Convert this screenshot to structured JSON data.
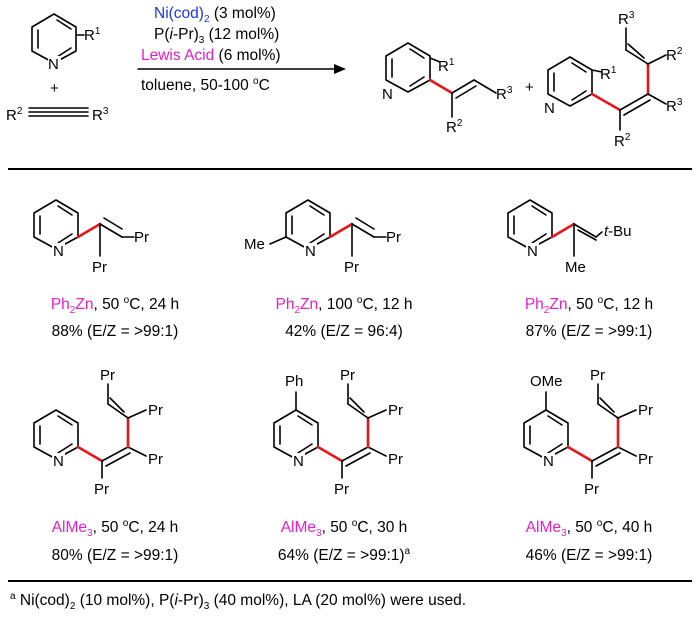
{
  "reaction": {
    "plus": "+",
    "alkyne_r2": "R",
    "alkyne_r2_sup": "2",
    "alkyne_r3": "R",
    "alkyne_r3_sup": "3",
    "pyridine_n": "N",
    "pyridine_r1": "R",
    "pyridine_r1_sup": "1",
    "conditions": {
      "catalyst": "Ni(cod)",
      "catalyst_sub": "2",
      "catalyst_load": " (3 mol%)",
      "ligand_pre": "P(",
      "ligand_i": "i",
      "ligand_mid": "-Pr)",
      "ligand_sub": "3",
      "ligand_load": " (12 mol%)",
      "lewis_acid": "Lewis Acid",
      "lewis_acid_load": " (6 mol%)",
      "solvent": "toluene, 50-100 ",
      "solvent_deg": "o",
      "solvent_unit": "C"
    },
    "product_plus": "+"
  },
  "colors": {
    "ni": "#1f32e6",
    "lewis_acid": "#e41fcf",
    "new_bond": "#e8141c"
  },
  "entries": [
    {
      "la": "Ph",
      "la_sub": "2",
      "la_tail": "Zn",
      "cond": ", 50 ",
      "cond_unit": "C, 24 h",
      "yield": "88% (E/Z = >99:1)",
      "yield_sup": "",
      "subs": [
        "Pr",
        "Pr",
        "N"
      ]
    },
    {
      "la": "Ph",
      "la_sub": "2",
      "la_tail": "Zn",
      "cond": ", 100 ",
      "cond_unit": "C, 12 h",
      "yield": "42% (E/Z = 96:4)",
      "yield_sup": "",
      "subs": [
        "Me",
        "Pr",
        "Pr",
        "N"
      ]
    },
    {
      "la": "Ph",
      "la_sub": "2",
      "la_tail": "Zn",
      "cond": ", 50 ",
      "cond_unit": "C, 12 h",
      "yield": "87% (E/Z = >99:1)",
      "yield_sup": "",
      "subs": [
        "t",
        "-Bu",
        "Me",
        "N"
      ]
    },
    {
      "la": "AlMe",
      "la_sub": "3",
      "la_tail": "",
      "cond": ", 50 ",
      "cond_unit": "C, 24 h",
      "yield": "80% (E/Z = >99:1)",
      "yield_sup": "",
      "subs": [
        "Pr",
        "Pr",
        "Pr",
        "Pr",
        "N"
      ]
    },
    {
      "la": "AlMe",
      "la_sub": "3",
      "la_tail": "",
      "cond": ", 50 ",
      "cond_unit": "C, 30 h",
      "yield": "64% (E/Z = >99:1)",
      "yield_sup": "a",
      "subs": [
        "Ph",
        "Pr",
        "Pr",
        "Pr",
        "Pr",
        "N"
      ]
    },
    {
      "la": "AlMe",
      "la_sub": "3",
      "la_tail": "",
      "cond": ", 50 ",
      "cond_unit": "C, 40 h",
      "yield": "46% (E/Z = >99:1)",
      "yield_sup": "",
      "subs": [
        "OMe",
        "Pr",
        "Pr",
        "Pr",
        "Pr",
        "N"
      ]
    }
  ],
  "degree": "o",
  "footnote": {
    "mark": "a",
    "ni": " Ni(cod)",
    "ni_sub": "2",
    "ni_load": " (10 mol%), P(",
    "i": "i",
    "lig": "-Pr)",
    "lig_sub": "3",
    "rest": " (40 mol%), LA (20 mol%) were used."
  }
}
